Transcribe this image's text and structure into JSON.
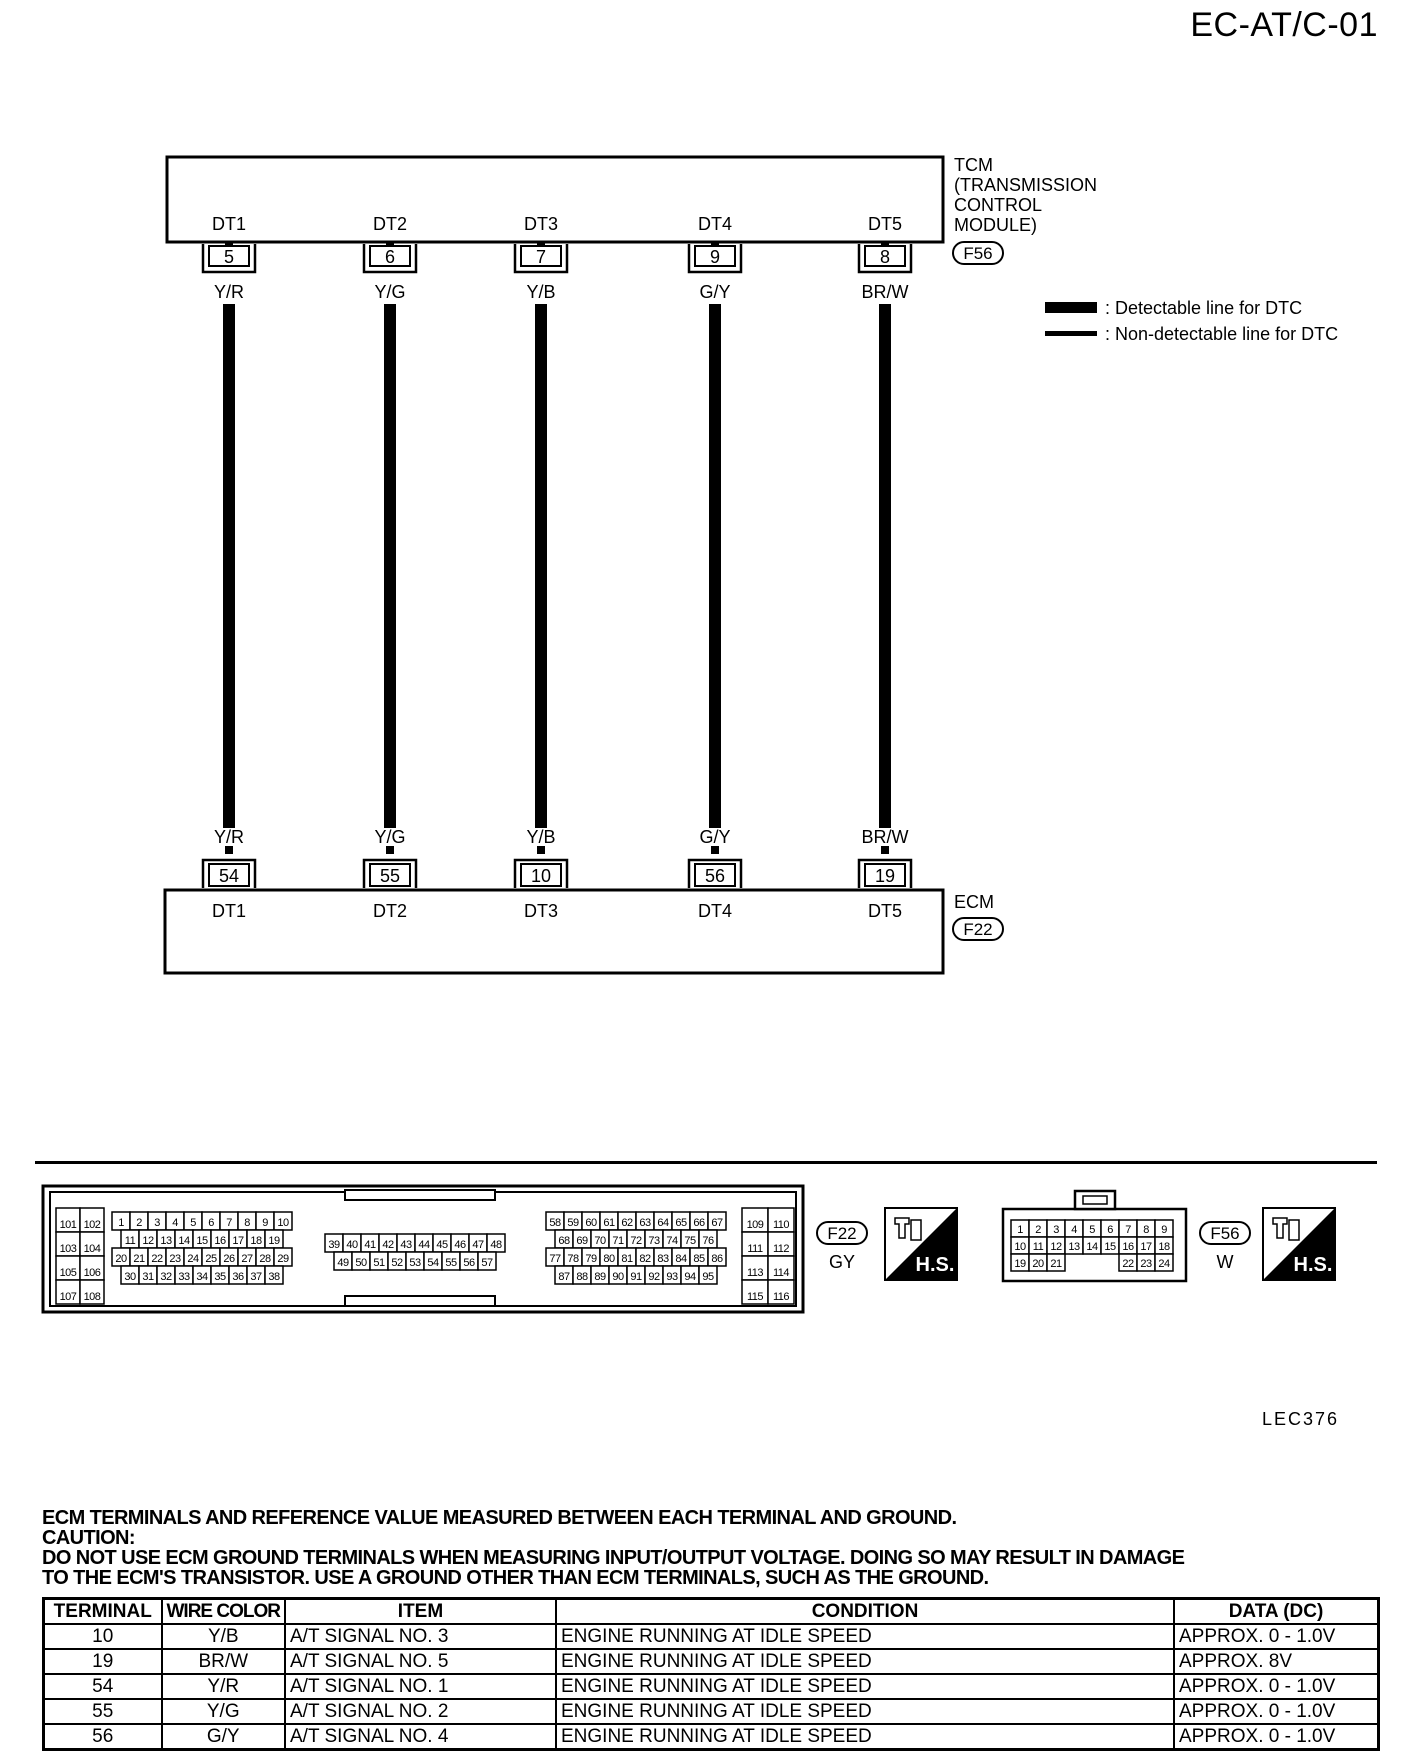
{
  "page_code": "EC-AT/C-01",
  "figure_code": "LEC376",
  "tcm": {
    "label_lines": [
      "TCM",
      "(TRANSMISSION",
      "CONTROL",
      "MODULE)"
    ],
    "connector": "F56"
  },
  "ecm": {
    "label": "ECM",
    "connector": "F22"
  },
  "legend": [
    {
      "style": "thick",
      "text": ": Detectable line for DTC"
    },
    {
      "style": "thin",
      "text": ": Non-detectable line for DTC"
    }
  ],
  "wires": [
    {
      "signal": "DT1",
      "tcm_pin": "5",
      "ecm_pin": "54",
      "color": "Y/R"
    },
    {
      "signal": "DT2",
      "tcm_pin": "6",
      "ecm_pin": "55",
      "color": "Y/G"
    },
    {
      "signal": "DT3",
      "tcm_pin": "7",
      "ecm_pin": "10",
      "color": "Y/B"
    },
    {
      "signal": "DT4",
      "tcm_pin": "9",
      "ecm_pin": "56",
      "color": "G/Y"
    },
    {
      "signal": "DT5",
      "tcm_pin": "8",
      "ecm_pin": "19",
      "color": "BR/W"
    }
  ],
  "connector_f22": {
    "id": "F22",
    "color": "GY",
    "badge": "H.S.",
    "pins_left": [
      "101",
      "102",
      "103",
      "104",
      "105",
      "106",
      "107",
      "108"
    ],
    "rows_a": [
      [
        "1",
        "2",
        "3",
        "4",
        "5",
        "6",
        "7",
        "8",
        "9",
        "10"
      ],
      [
        "11",
        "12",
        "13",
        "14",
        "15",
        "16",
        "17",
        "18",
        "19"
      ],
      [
        "20",
        "21",
        "22",
        "23",
        "24",
        "25",
        "26",
        "27",
        "28",
        "29"
      ],
      [
        "30",
        "31",
        "32",
        "33",
        "34",
        "35",
        "36",
        "37",
        "38"
      ]
    ],
    "rows_b": [
      [
        "39",
        "40",
        "41",
        "42",
        "43",
        "44",
        "45",
        "46",
        "47",
        "48"
      ],
      [
        "49",
        "50",
        "51",
        "52",
        "53",
        "54",
        "55",
        "56",
        "57"
      ]
    ],
    "rows_c": [
      [
        "58",
        "59",
        "60",
        "61",
        "62",
        "63",
        "64",
        "65",
        "66",
        "67"
      ],
      [
        "68",
        "69",
        "70",
        "71",
        "72",
        "73",
        "74",
        "75",
        "76"
      ],
      [
        "77",
        "78",
        "79",
        "80",
        "81",
        "82",
        "83",
        "84",
        "85",
        "86"
      ],
      [
        "87",
        "88",
        "89",
        "90",
        "91",
        "92",
        "93",
        "94",
        "95"
      ]
    ],
    "pins_right": [
      "109",
      "110",
      "111",
      "112",
      "113",
      "114",
      "115",
      "116"
    ]
  },
  "connector_f56": {
    "id": "F56",
    "color": "W",
    "badge": "H.S.",
    "rows": [
      [
        "1",
        "2",
        "3",
        "4",
        "5",
        "6",
        "7",
        "8",
        "9"
      ],
      [
        "10",
        "11",
        "12",
        "13",
        "14",
        "15",
        "16",
        "17",
        "18"
      ],
      [
        "19",
        "20",
        "21",
        "",
        "",
        "",
        "22",
        "23",
        "24"
      ]
    ]
  },
  "notes": [
    "ECM TERMINALS AND REFERENCE VALUE MEASURED BETWEEN EACH TERMINAL AND GROUND.",
    "CAUTION:",
    "DO NOT USE ECM GROUND TERMINALS WHEN MEASURING INPUT/OUTPUT VOLTAGE. DOING SO MAY RESULT IN DAMAGE",
    "TO THE ECM'S TRANSISTOR. USE A GROUND OTHER THAN ECM TERMINALS, SUCH AS THE GROUND."
  ],
  "table": {
    "headers": [
      "TERMINAL",
      "WIRE COLOR",
      "ITEM",
      "CONDITION",
      "DATA (DC)"
    ],
    "rows": [
      [
        "10",
        "Y/B",
        "A/T SIGNAL NO. 3",
        "ENGINE RUNNING AT IDLE SPEED",
        "APPROX. 0 - 1.0V"
      ],
      [
        "19",
        "BR/W",
        "A/T SIGNAL NO. 5",
        "ENGINE RUNNING AT IDLE SPEED",
        "APPROX. 8V"
      ],
      [
        "54",
        "Y/R",
        "A/T SIGNAL NO. 1",
        "ENGINE RUNNING AT IDLE SPEED",
        "APPROX. 0 - 1.0V"
      ],
      [
        "55",
        "Y/G",
        "A/T SIGNAL NO. 2",
        "ENGINE RUNNING AT IDLE SPEED",
        "APPROX. 0 - 1.0V"
      ],
      [
        "56",
        "G/Y",
        "A/T SIGNAL NO. 4",
        "ENGINE RUNNING AT IDLE SPEED",
        "APPROX. 0 - 1.0V"
      ]
    ]
  }
}
